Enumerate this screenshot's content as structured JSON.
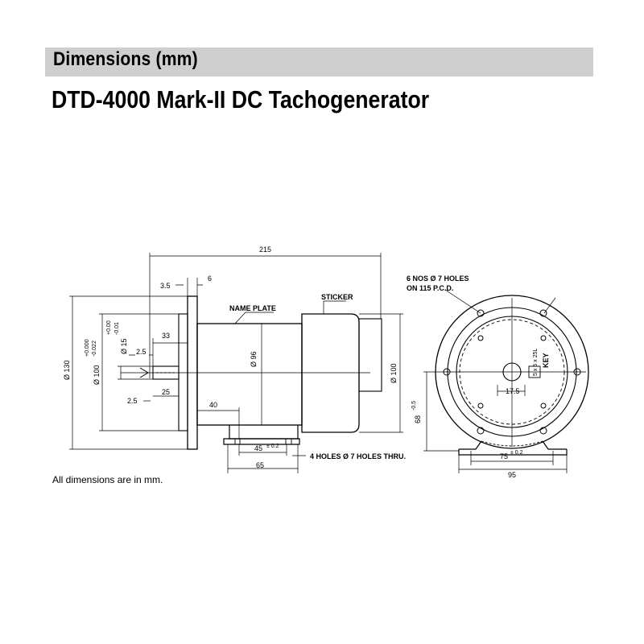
{
  "header": {
    "title": "Dimensions  (mm)"
  },
  "title": "DTD-4000 Mark-II DC Tachogenerator",
  "footnote": "All dimensions are in mm.",
  "labels": {
    "name_plate": "NAME PLATE",
    "sticker": "STICKER",
    "six_holes_line1": "6 NOS Ø 7 HOLES",
    "six_holes_line2": "ON 115 P.C.D.",
    "four_holes": "4 HOLES Ø 7 HOLES THRU.",
    "key": "KEY",
    "key_size": "5 x 5 x 25L"
  },
  "dims": {
    "overall_length": "215",
    "d6": "6",
    "d3_5": "3.5",
    "d33": "33",
    "d2_5_top": "2.5",
    "d2_5_bottom": "2.5",
    "d25": "25",
    "d40": "40",
    "d45": "45",
    "d45_tol": "± 0.2",
    "d65": "65",
    "dia130": "Ø 130",
    "dia100": "Ø 100",
    "dia100_tol_upper": "+0.000",
    "dia100_tol_lower": "-0.022",
    "dia15": "Ø 15",
    "dia15_tol_upper": "+0.00",
    "dia15_tol_lower": "-0.01",
    "dia96": "Ø 96",
    "dia100_right": "Ø 100",
    "d17_5": "17.5",
    "d68": "68",
    "d68_tol": "-0.5",
    "d75": "75",
    "d75_tol": "± 0.2",
    "d95": "95"
  }
}
